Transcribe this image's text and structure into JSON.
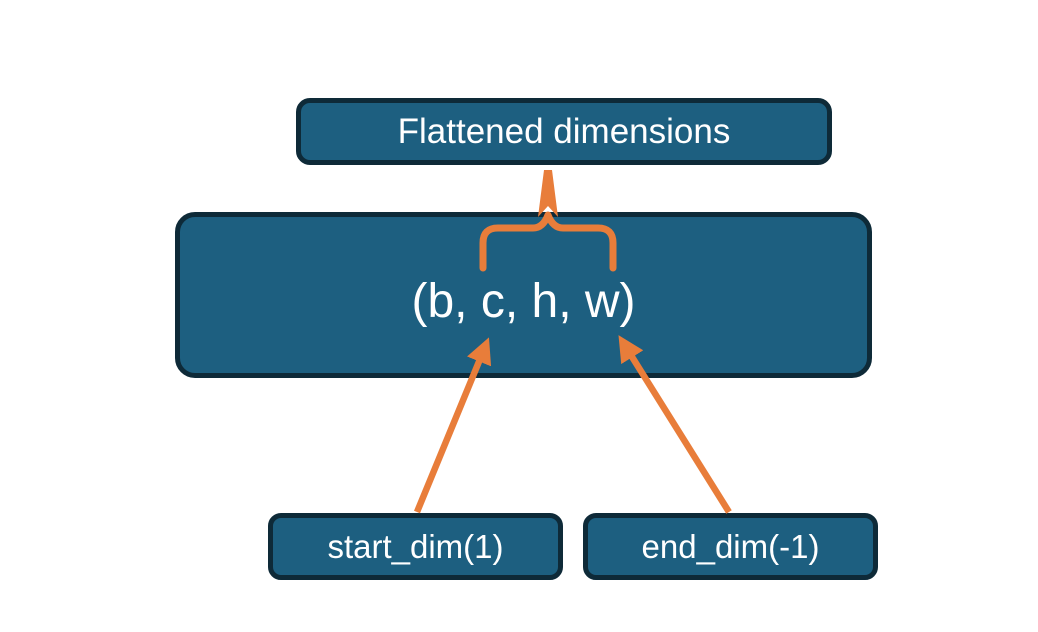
{
  "diagram": {
    "nodes": {
      "flattened": {
        "label": "Flattened dimensions"
      },
      "tensor": {
        "label": "(b, c, h, w)"
      },
      "start_dim": {
        "label": "start_dim(1)"
      },
      "end_dim": {
        "label": "end_dim(-1)"
      }
    },
    "colors": {
      "node_fill": "#1d5f80",
      "node_border": "#0e2a38",
      "connector_orange": "#e87d3a",
      "node_text": "#ffffff",
      "background": "#ffffff"
    }
  }
}
